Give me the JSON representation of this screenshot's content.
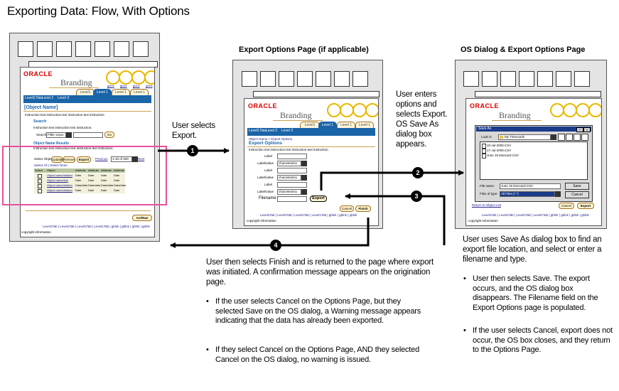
{
  "title": "Exporting Data: Flow, With Options",
  "headings": {
    "export_options": "Export Options Page (if applicable)",
    "os_dialog": "OS Dialog & Export Options Page"
  },
  "screen1": {
    "oracle": "ORACLE",
    "branding": "Branding",
    "global_links": [
      "gblnk",
      "gblnk",
      "gblnk",
      "gblnk"
    ],
    "tabs": [
      "Level1",
      "Level 1",
      "Level 1",
      "Level 1"
    ],
    "nav": [
      "Level2 Nav",
      "Level 2",
      "Level 3"
    ],
    "object_name": "[Object Name]",
    "instruction": "Instruction text instruction text instruction text instruction.",
    "search_heading": "Search",
    "search_instruction": "Instruction text instruction text instruction.",
    "search_label": "Search",
    "search_select": "Filter xxxxx",
    "go": "Go",
    "results_heading": "Object Name Results",
    "results_instruction": "Instruction text instruction text instruction text instruction.",
    "select_label": "Select Object:",
    "action_buttons": [
      "Update",
      "Remove",
      "Export"
    ],
    "prev": "Previous",
    "range": "1-10 of 200",
    "next": "Next",
    "select_links": "Select All | Select None",
    "columns": [
      "Select",
      "Object",
      "Attribute",
      "Attribute",
      "Attribute",
      "Attribute"
    ],
    "rows": [
      [
        "Object name/hidden",
        "Data",
        "Data",
        "Data",
        "Data"
      ],
      [
        "Object name/link",
        "Data",
        "Data",
        "Data",
        "Data"
      ],
      [
        "Object name/hidden",
        "Data/data",
        "Data/data",
        "Data/data",
        "Data/data"
      ],
      [
        "Object name/hidden",
        "Data",
        "Data",
        "Data",
        "Data"
      ]
    ],
    "action_nav": "Act/Nav",
    "footer_links": "Level1Tab | Level1Tab | Level1Tab | Level1Tab | gblnk | gblnk | gblnk | gblnk",
    "copyright": "copyright information"
  },
  "screen2": {
    "object_name_crumb": "Object Name > Export Options",
    "heading": "Export Options",
    "instruction": "Instruction text instruction text instruction text instruction.",
    "rows": [
      {
        "label": "Label",
        "type": "text"
      },
      {
        "label": "Label/value",
        "type": "select",
        "value": "choicetext/xx"
      },
      {
        "label": "Label",
        "type": "text"
      },
      {
        "label": "Label/value",
        "type": "select",
        "value": "choicetext/xx"
      },
      {
        "label": "Label",
        "type": "text"
      },
      {
        "label": "Label/value",
        "type": "select",
        "value": "choicetext/xx"
      }
    ],
    "filename_label": "Filename",
    "export_btn": "Export",
    "cancel": "Cancel",
    "finish": "Finish",
    "footer_links": "Level1Tab | Level1Tab | Level1Tab | Level1Tab | gblnk | gblnk | gblnk",
    "copyright": "copyright information"
  },
  "screen3": {
    "dialog_title": "Save As",
    "look_in_label": "Look in:",
    "look_in_value": "My Timecards",
    "files": [
      "10-Jul-2000.CSV",
      "17-Jul-2000.CSV",
      "June 15 timecard.CSV"
    ],
    "file_name_label": "File name:",
    "file_name_value": "June 15 timecard.CSV",
    "file_type_label": "Files of type:",
    "file_type_value": "All Files (*.*)",
    "save": "Save",
    "cancel": "Cancel",
    "return_link": "Return to Object List",
    "cancel_btn": "Cancel",
    "export_btn": "Export",
    "footer_links": "Level1Tab | Level1Tab | Level1Tab | Level1Tab | gblnk | gblnk | gblnk | gblnk",
    "copyright": "copyright information"
  },
  "flow": {
    "step1": "User selects Export.",
    "step2": "User enters options and selects Export. OS Save As dialog box appears.",
    "step3_main": "User uses Save As dialog box to find an export file location, and select or enter a filename and type.",
    "step3_bullets": [
      "User then selects Save. The export occurs, and the OS dialog box disappears. The Filename field on the Export Options page is populated.",
      "If the user selects Cancel, export does not occur, the OS box closes, and they return to the Options Page."
    ],
    "step4_main": "User then selects Finish and is returned to the page where export was initiated. A confirmation message appears on the origination page.",
    "step4_bullets": [
      "If the user selects Cancel on the Options Page, but they selected Save on the OS dialog, a Warning message appears indicating that the data has already been exported.",
      "If they select Cancel on the Options Page, AND they selected Cancel on the OS dialog, no warning is issued."
    ],
    "numbers": [
      "1",
      "2",
      "3",
      "4"
    ]
  }
}
